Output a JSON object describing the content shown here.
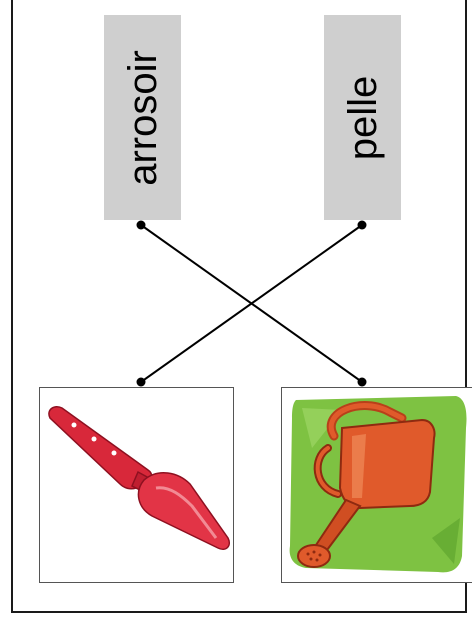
{
  "exercise": {
    "words": [
      {
        "label": "arrosoir"
      },
      {
        "label": "pelle"
      }
    ],
    "pictures": [
      {
        "icon": "trowel-icon",
        "color": "#d8283a"
      },
      {
        "icon": "watering-can-icon",
        "color": "#e05a2b",
        "background": "#7ec242"
      }
    ],
    "connections": [
      {
        "word": "arrosoir",
        "picture": "watering-can-icon"
      },
      {
        "word": "pelle",
        "picture": "trowel-icon"
      }
    ]
  }
}
